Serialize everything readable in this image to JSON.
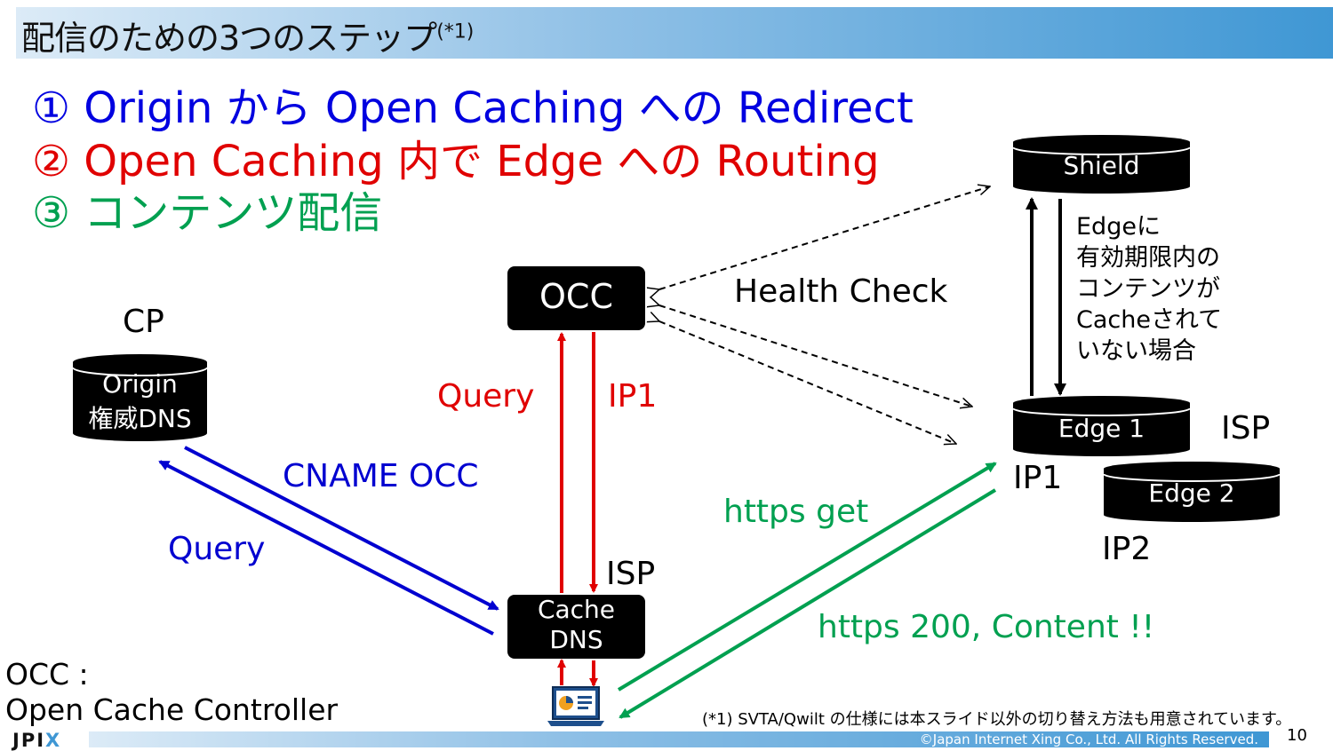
{
  "title": {
    "main": "配信のための3つのステップ",
    "sup": "(*1)"
  },
  "steps": {
    "step1": "① Origin から Open Caching への Redirect",
    "step2": "② Open Caching 内で Edge への Routing",
    "step3": "③ コンテンツ配信"
  },
  "nodes": {
    "cp_label": "CP",
    "origin_line1": "Origin",
    "origin_line2": "権威DNS",
    "occ": "OCC",
    "cache_dns_line1": "Cache",
    "cache_dns_line2": "DNS",
    "isp_cache": "ISP",
    "shield": "Shield",
    "edge1": "Edge 1",
    "edge2": "Edge 2",
    "isp_edge": "ISP",
    "ip1_edge": "IP1",
    "ip2_edge": "IP2"
  },
  "labels": {
    "health_check": "Health Check",
    "query_red": "Query",
    "ip1_red": "IP1",
    "cname_occ": "CNAME OCC",
    "query_blue": "Query",
    "https_get": "https get",
    "https_200": "https 200, Content !!"
  },
  "shield_note": [
    "Edgeに",
    "有効期限内の",
    "コンテンツが",
    "Cacheされて",
    "いない場合"
  ],
  "legend": {
    "line1": "OCC :",
    "line2": "Open Cache Controller"
  },
  "footnote": "(*1) SVTA/Qwilt の仕様には本スライド以外の切り替え方法も用意されています。",
  "footer": {
    "copyright": "©Japan Internet Xing Co., Ltd. All Rights Reserved.",
    "page": "10",
    "logo_main": "JPI",
    "logo_accent": "X"
  },
  "colors": {
    "redirect": "#0000e0",
    "routing": "#e00000",
    "delivery": "#00a050",
    "title_bar": "#3f97d4"
  },
  "icons": {
    "client": "laptop-chart-icon"
  }
}
